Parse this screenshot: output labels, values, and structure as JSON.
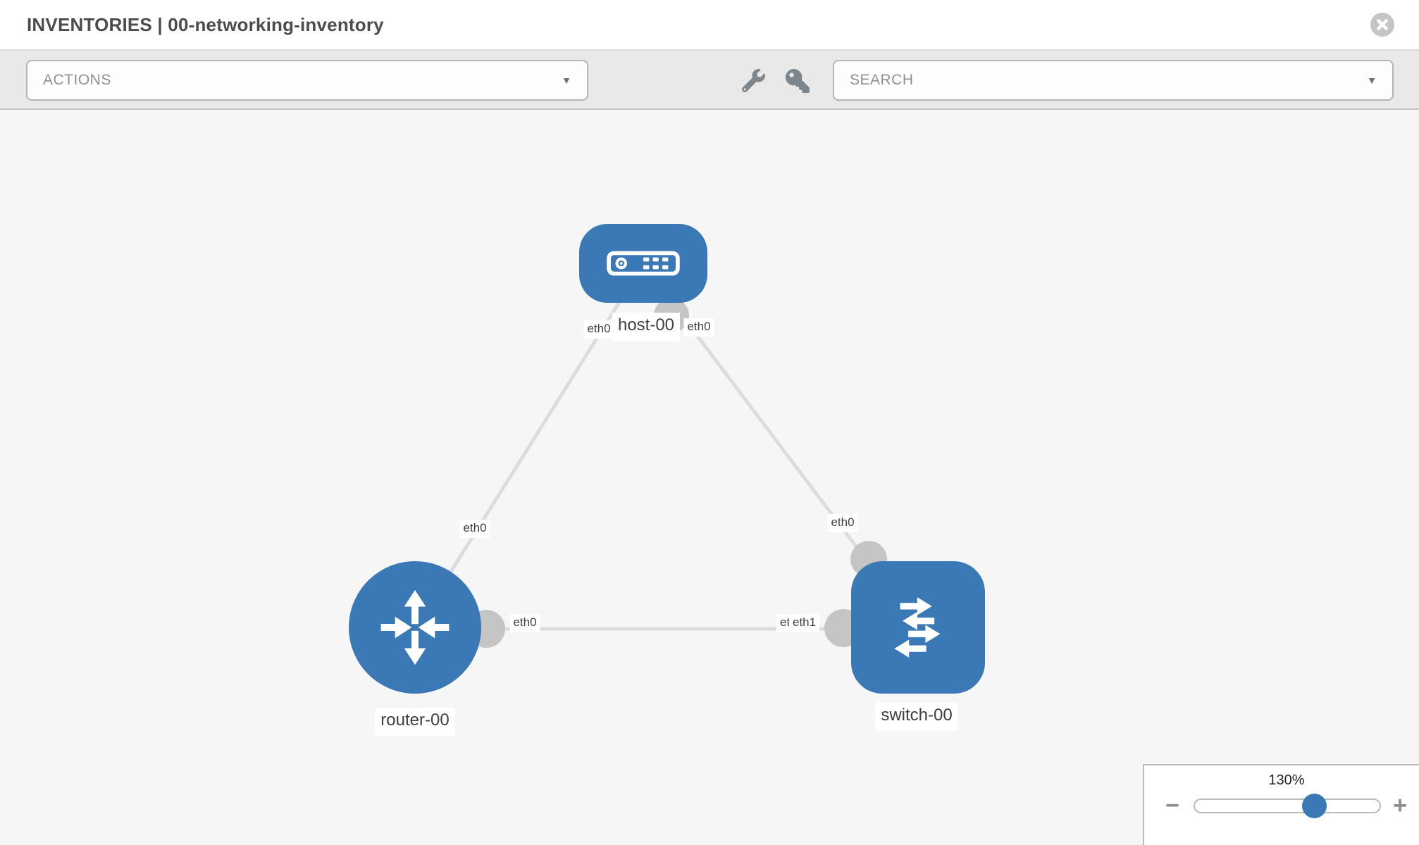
{
  "header": {
    "title": "INVENTORIES | 00-networking-inventory"
  },
  "toolbar": {
    "actions_label": "ACTIONS",
    "search_label": "SEARCH",
    "caret": "▼"
  },
  "topology": {
    "nodes": [
      {
        "id": "host-00",
        "label": "host-00",
        "type": "host",
        "shape": "rounded-rect"
      },
      {
        "id": "router-00",
        "label": "router-00",
        "type": "router",
        "shape": "circle"
      },
      {
        "id": "switch-00",
        "label": "switch-00",
        "type": "switch",
        "shape": "rounded-rect"
      }
    ],
    "links": [
      {
        "from": "router-00",
        "from_interface": "eth0",
        "to": "host-00",
        "to_interface": "eth0"
      },
      {
        "from": "host-00",
        "from_interface": "eth0",
        "to": "switch-00",
        "to_interface": "eth0"
      },
      {
        "from": "router-00",
        "from_interface": "eth0",
        "to": "switch-00",
        "to_interface": "eth1",
        "to_interface_overlapped": "eth1"
      }
    ]
  },
  "zoom_control": {
    "value": "130%",
    "minus_label": "−",
    "plus_label": "+"
  },
  "colors": {
    "node_blue": "#3a79b5",
    "link_gray": "#dcdcdc",
    "port_gray": "#c5c5c5",
    "canvas_bg": "#f6f6f6",
    "toolbar_bg": "#e9e9e9",
    "label_text": "#3f3f3f"
  }
}
